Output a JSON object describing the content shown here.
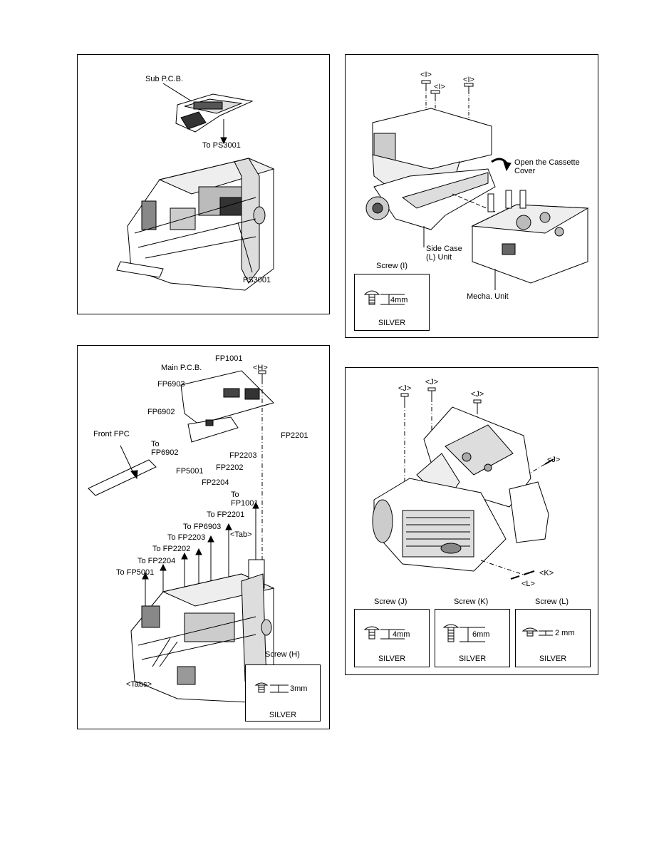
{
  "panel1": {
    "sub_pcb": "Sub P.C.B.",
    "to_ps3001": "To PS3001",
    "ps3001": "PS3001"
  },
  "panel2": {
    "i1": "<I>",
    "i2": "<I>",
    "i3": "<I>",
    "open_cover": "Open the Cassette\nCover",
    "side_case": "Side Case\n(L) Unit",
    "mecha_unit": "Mecha. Unit",
    "screw": {
      "title": "Screw (I)",
      "size": "4mm",
      "color": "SILVER"
    }
  },
  "panel3": {
    "fp1001": "FP1001",
    "h": "<H>",
    "main_pcb": "Main P.C.B.",
    "fp6903": "FP6903",
    "fp6902": "FP6902",
    "front_fpc": "Front FPC",
    "to_fp6902": "To\nFP6902",
    "fp2201": "FP2201",
    "fp2203": "FP2203",
    "fp2202": "FP2202",
    "fp5001": "FP5001",
    "fp2204": "FP2204",
    "to_fp1001": "To\nFP1001",
    "to_fp2201": "To FP2201",
    "to_fp6903": "To FP6903",
    "tab": "<Tab>",
    "to_fp2203": "To FP2203",
    "to_fp2202": "To FP2202",
    "to_fp2204": "To FP2204",
    "to_fp5001": "To FP5001",
    "tabs": "<Tabs>",
    "screw": {
      "title": "Screw (H)",
      "size": "3mm",
      "color": "SILVER"
    }
  },
  "panel4": {
    "j1": "<J>",
    "j2": "<J>",
    "j3": "<J>",
    "j4": "<J>",
    "k": "<K>",
    "l": "<L>",
    "screws": [
      {
        "title": "Screw (J)",
        "size": "4mm",
        "color": "SILVER"
      },
      {
        "title": "Screw (K)",
        "size": "6mm",
        "color": "SILVER"
      },
      {
        "title": "Screw (L)",
        "size": "2 mm",
        "color": "SILVER"
      }
    ]
  }
}
